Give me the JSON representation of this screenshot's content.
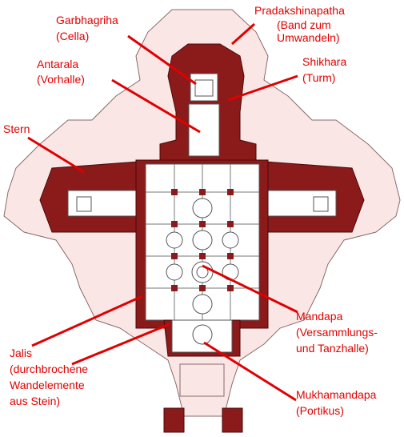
{
  "labels": {
    "garbhagriha": [
      "Garbhagriha",
      "(Cella)"
    ],
    "pradakshinapatha": [
      "Pradakshinapatha",
      "(Band zum",
      "Umwandeln)"
    ],
    "antarala": [
      "Antarala",
      "(Vorhalle)"
    ],
    "shikhara": [
      "Shikhara",
      "(Turm)"
    ],
    "stern": [
      "Stern"
    ],
    "mandapa": [
      "Mandapa",
      "(Versammlungs-",
      "und Tanzhalle)"
    ],
    "jalis": [
      "Jalis",
      "(durchbrochene",
      "Wandelemente",
      "aus Stein)"
    ],
    "mukhamandapa": [
      "Mukhamandapa",
      "(Portikus)"
    ]
  },
  "colors": {
    "label": "#e00000",
    "wall": "#8b1a1a",
    "platform": "#fbe6e6"
  }
}
